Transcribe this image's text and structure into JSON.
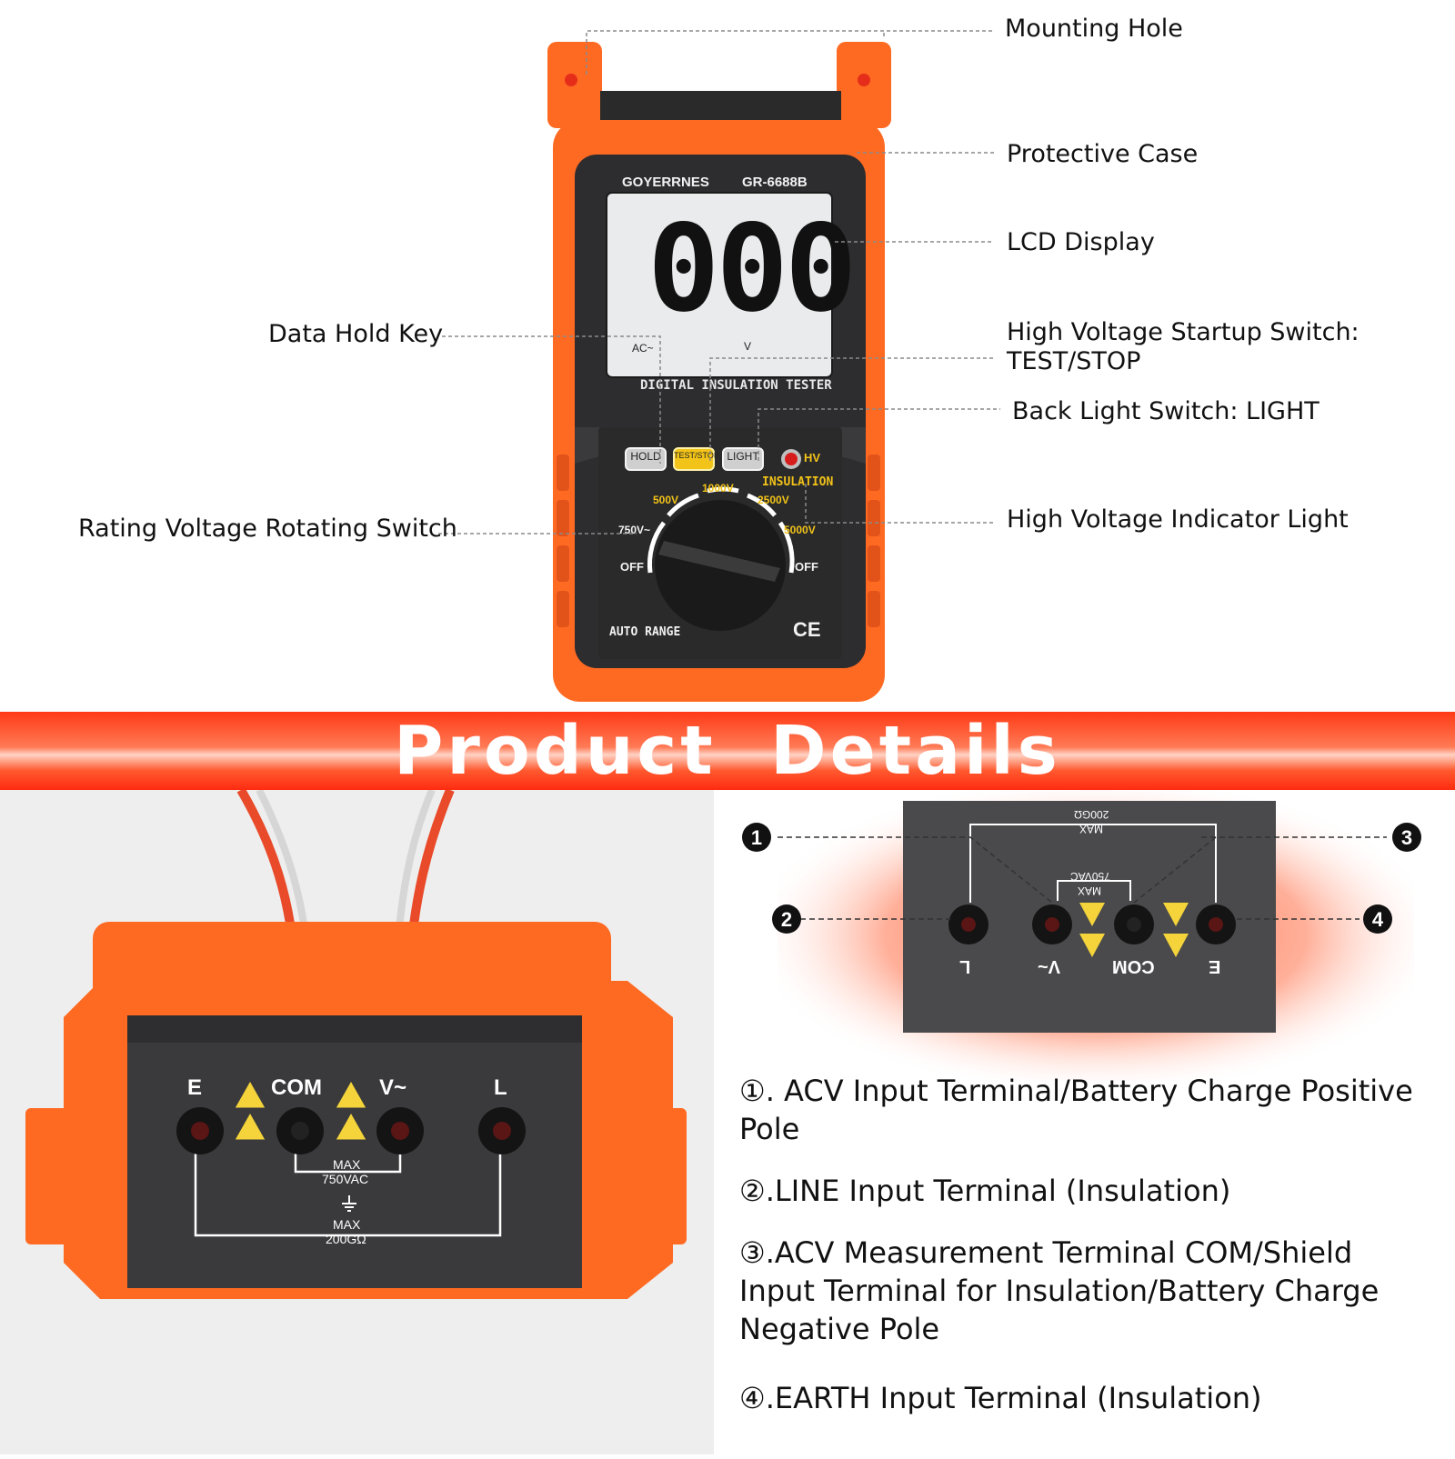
{
  "callouts": {
    "mounting_hole": "Mounting Hole",
    "protective_case": "Protective Case",
    "lcd_display": "LCD Display",
    "data_hold_key": "Data Hold Key",
    "hv_startup_line1": "High Voltage Startup Switch:",
    "hv_startup_line2": "TEST/STOP",
    "back_light": "Back Light Switch: LIGHT",
    "rating_switch": "Rating Voltage Rotating Switch",
    "hv_indicator": "High Voltage Indicator Light"
  },
  "device": {
    "brand": "GOYERRNES",
    "model": "GR-6688B",
    "lcd_value": "000",
    "lcd_ac": "AC~",
    "lcd_unit": "V",
    "product_name": "DIGITAL INSULATION TESTER",
    "buttons": {
      "hold": "HOLD",
      "test_stop": "TEST/STOP",
      "light": "LIGHT"
    },
    "hv": "HV",
    "insulation": "INSULATION",
    "dial": {
      "v500": "500V",
      "v1000": "1000V",
      "v2500": "2500V",
      "v750": "750V~",
      "v5000": "5000V",
      "off_left": "OFF",
      "off_right": "OFF"
    },
    "auto_range": "AUTO RANGE",
    "ce": "CE"
  },
  "banner": {
    "title": "Product  Details"
  },
  "terminals": {
    "e": "E",
    "com": "COM",
    "v": "V~",
    "l": "L",
    "max_ac_1": "MAX",
    "max_ac_2": "750VAC",
    "max_res_1": "MAX",
    "max_res_2": "200GΩ"
  },
  "markers": [
    "1",
    "2",
    "3",
    "4"
  ],
  "descriptions": [
    "①. ACV Input Terminal/Battery Charge Positive Pole",
    "②.LINE Input Terminal (Insulation)",
    "③.ACV Measurement Terminal COM/Shield Input Terminal for Insulation/Battery Charge Negative Pole",
    "④.EARTH Input Terminal (Insulation)"
  ],
  "colors": {
    "orange": "#ff5a1f",
    "case_dark": "#2d2d2f",
    "yellow_label": "#f2c318",
    "banner_red": "#ff3d1a"
  }
}
